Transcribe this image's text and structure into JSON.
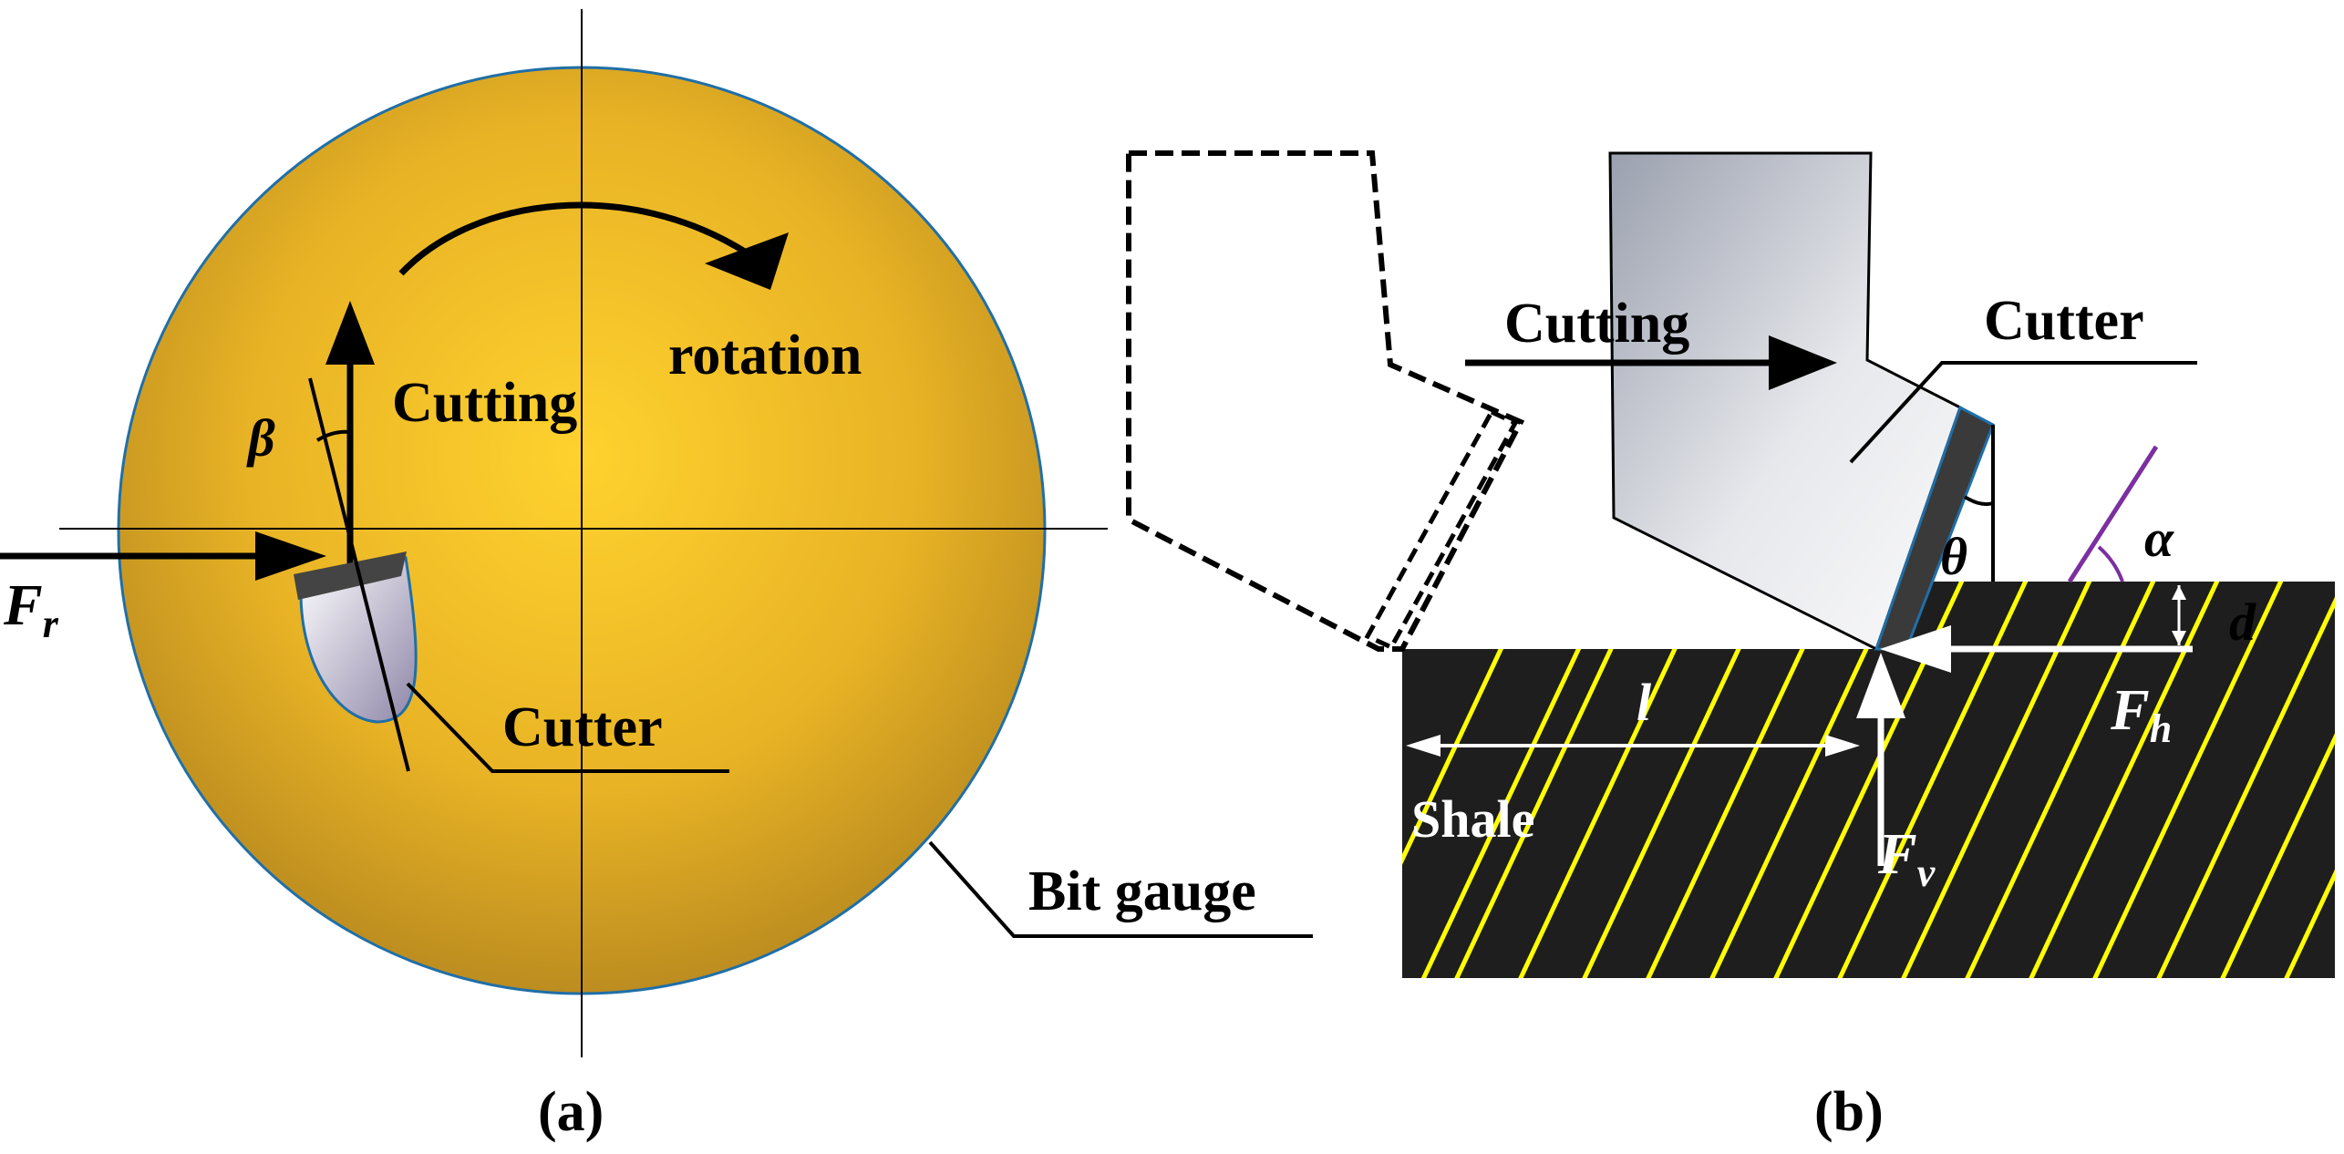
{
  "panel_a": {
    "caption": "(a)",
    "rotation_label": "rotation",
    "cutting_label": "Cutting",
    "beta_symbol": "β",
    "force_main": "F",
    "force_sub": "r",
    "cutter_label": "Cutter",
    "bit_gauge_label": "Bit gauge"
  },
  "panel_b": {
    "caption": "(b)",
    "cutting_label": "Cutting",
    "cutter_label": "Cutter",
    "theta_symbol": "θ",
    "alpha_symbol": "α",
    "depth_symbol": "d",
    "length_symbol": "l",
    "rock_label": "Shale",
    "fh_main": "F",
    "fh_sub": "h",
    "fv_main": "F",
    "fv_sub": "v"
  },
  "colors": {
    "bit_center": "#FFD22E",
    "bit_edge": "#B8891F",
    "bit_outline": "#1F6FA8",
    "rock": "#1E1E1E",
    "bedding_lines": "#FFFF00",
    "cutter_table": "#3A3A3A",
    "alpha_line": "#7B2FA0"
  }
}
